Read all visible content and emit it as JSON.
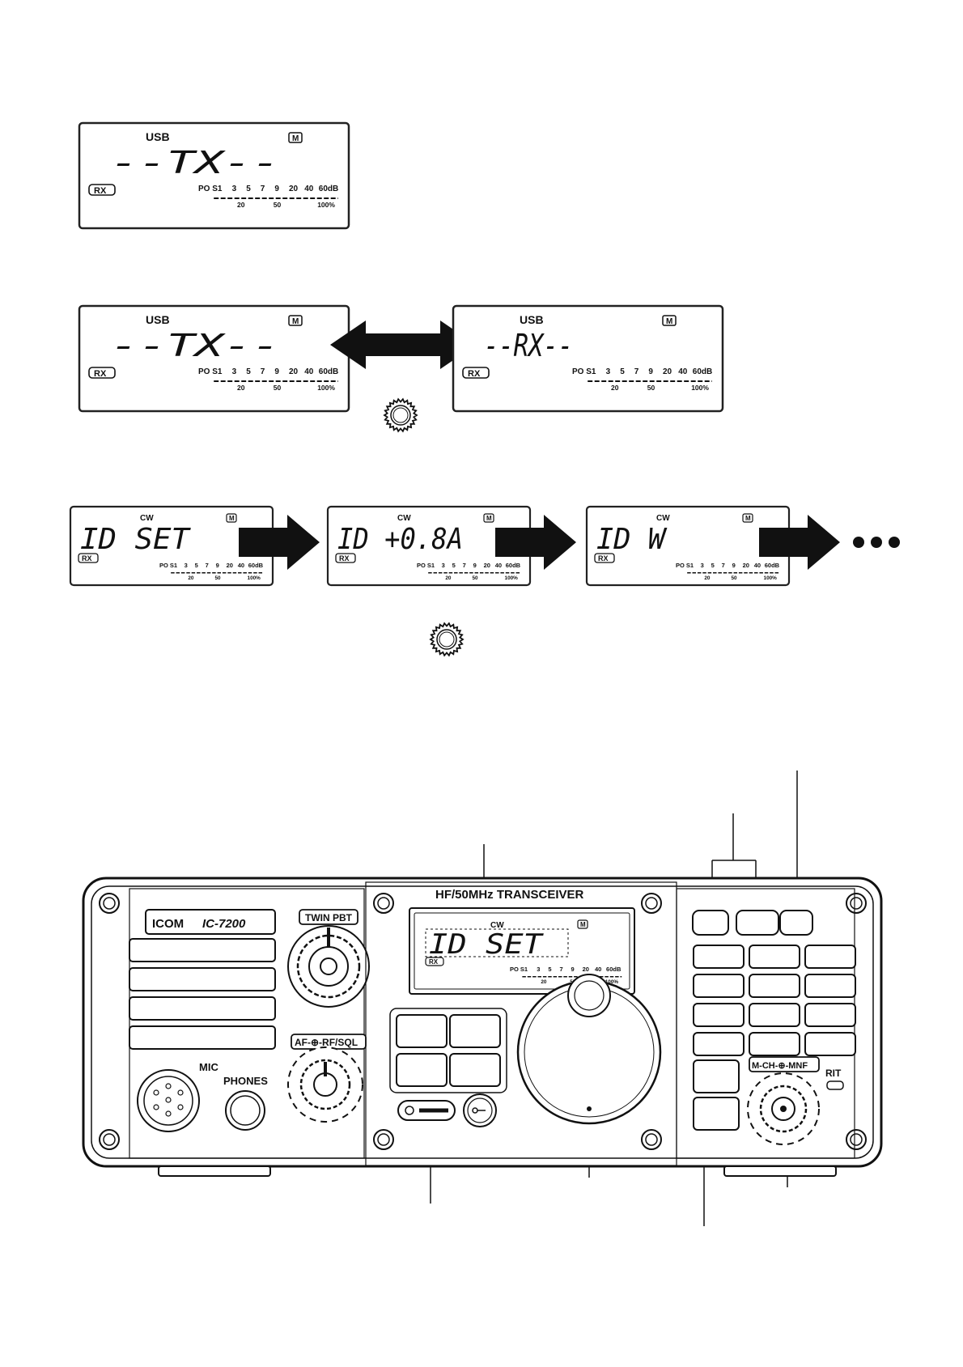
{
  "lcd_scale": {
    "ticks_top": [
      "PO S1",
      "3",
      "5",
      "7",
      "9",
      "20",
      "40",
      "60dB"
    ],
    "ticks_bottom": [
      "20",
      "50",
      "100%"
    ]
  },
  "rx_badge": "RX",
  "memory_badge": "M",
  "displays": [
    {
      "mode": "USB",
      "main": "--TX--"
    },
    {
      "mode": "USB",
      "main": "--TX--"
    },
    {
      "mode": "USB",
      "main": "--RX--"
    },
    {
      "mode": "CW",
      "main": "ID SET"
    },
    {
      "mode": "CW",
      "main": "ID +0.8A"
    },
    {
      "mode": "CW",
      "main": "ID W"
    }
  ],
  "panel": {
    "model_brand": "ICOM",
    "model_name": "IC-7200",
    "header": "HF/50MHz TRANSCEIVER",
    "lcd_mode": "CW",
    "lcd_main": "ID SET",
    "twin_pbt": "TWIN PBT",
    "af_rf_sql": "AF-⊕-RF/SQL",
    "mic": "MIC",
    "phones": "PHONES",
    "mch_mnf": "M-CH-⊕-MNF",
    "rit": "RIT"
  }
}
